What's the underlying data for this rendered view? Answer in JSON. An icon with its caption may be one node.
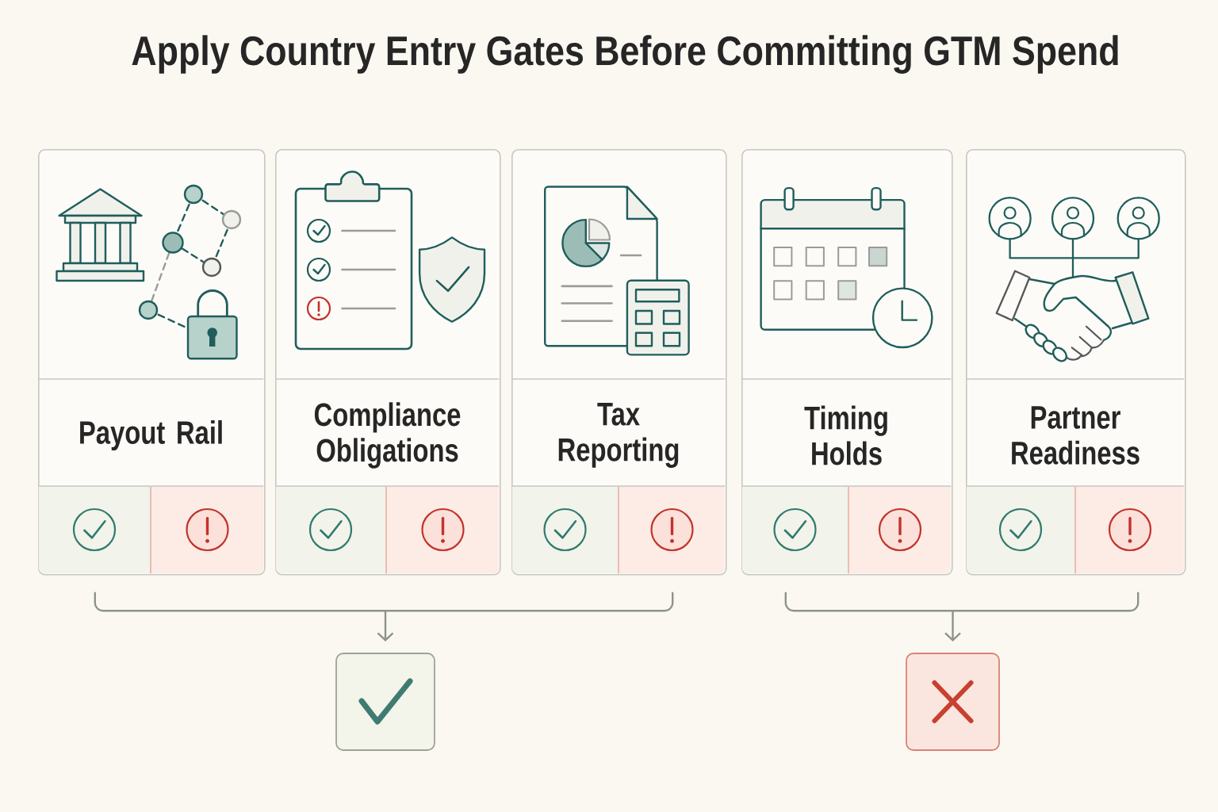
{
  "diagram": {
    "title": "Apply Country Entry Gates Before Committing GTM Spend",
    "nodes": [
      {
        "text": [
          "Payout Rail"
        ]
      },
      {
        "text": [
          "Compliance Obligations"
        ]
      },
      {
        "text": [
          "Tax Reporting"
        ]
      },
      {
        "text": [
          "Timing Holds"
        ]
      },
      {
        "text": [
          "Partner Readiness"
        ]
      },
      {
        "text": [],
        "shape": "bracket"
      },
      {
        "text": [],
        "shape": "bracket"
      },
      {
        "text": [],
        "shape": "box"
      },
      {
        "text": [],
        "shape": "box"
      }
    ],
    "edges": [
      {
        "from": 5,
        "to": 7,
        "arrow": "to"
      },
      {
        "from": 6,
        "to": 8,
        "arrow": "to"
      }
    ]
  }
}
